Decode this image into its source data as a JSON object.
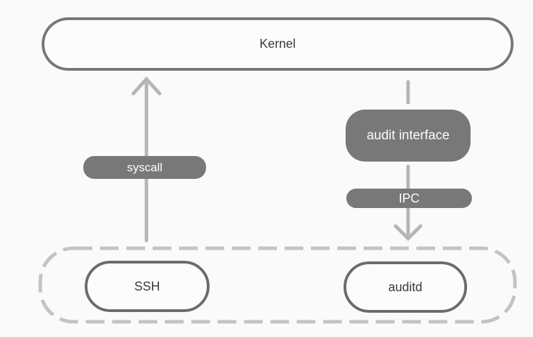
{
  "diagram": {
    "kernel": {
      "label": "Kernel"
    },
    "userspace": {
      "ssh": {
        "label": "SSH"
      },
      "auditd": {
        "label": "auditd"
      }
    },
    "connectors": {
      "syscall": {
        "label": "syscall",
        "from": "SSH",
        "to": "Kernel"
      },
      "audit_interface": {
        "label": "audit interface",
        "from": "Kernel",
        "to": "auditd"
      },
      "ipc": {
        "label": "IPC",
        "from": "Kernel",
        "to": "auditd"
      }
    },
    "colors": {
      "background": "#fafafa",
      "node_border": "#6b6b6b",
      "kernel_border": "#777777",
      "node_fill": "#fcfcfc",
      "badge_fill": "#787878",
      "badge_text": "#fdfdfd",
      "arrow": "#b5b5b5",
      "dashed_border": "#c3c3c3",
      "node_text": "#3a3a3a"
    }
  }
}
